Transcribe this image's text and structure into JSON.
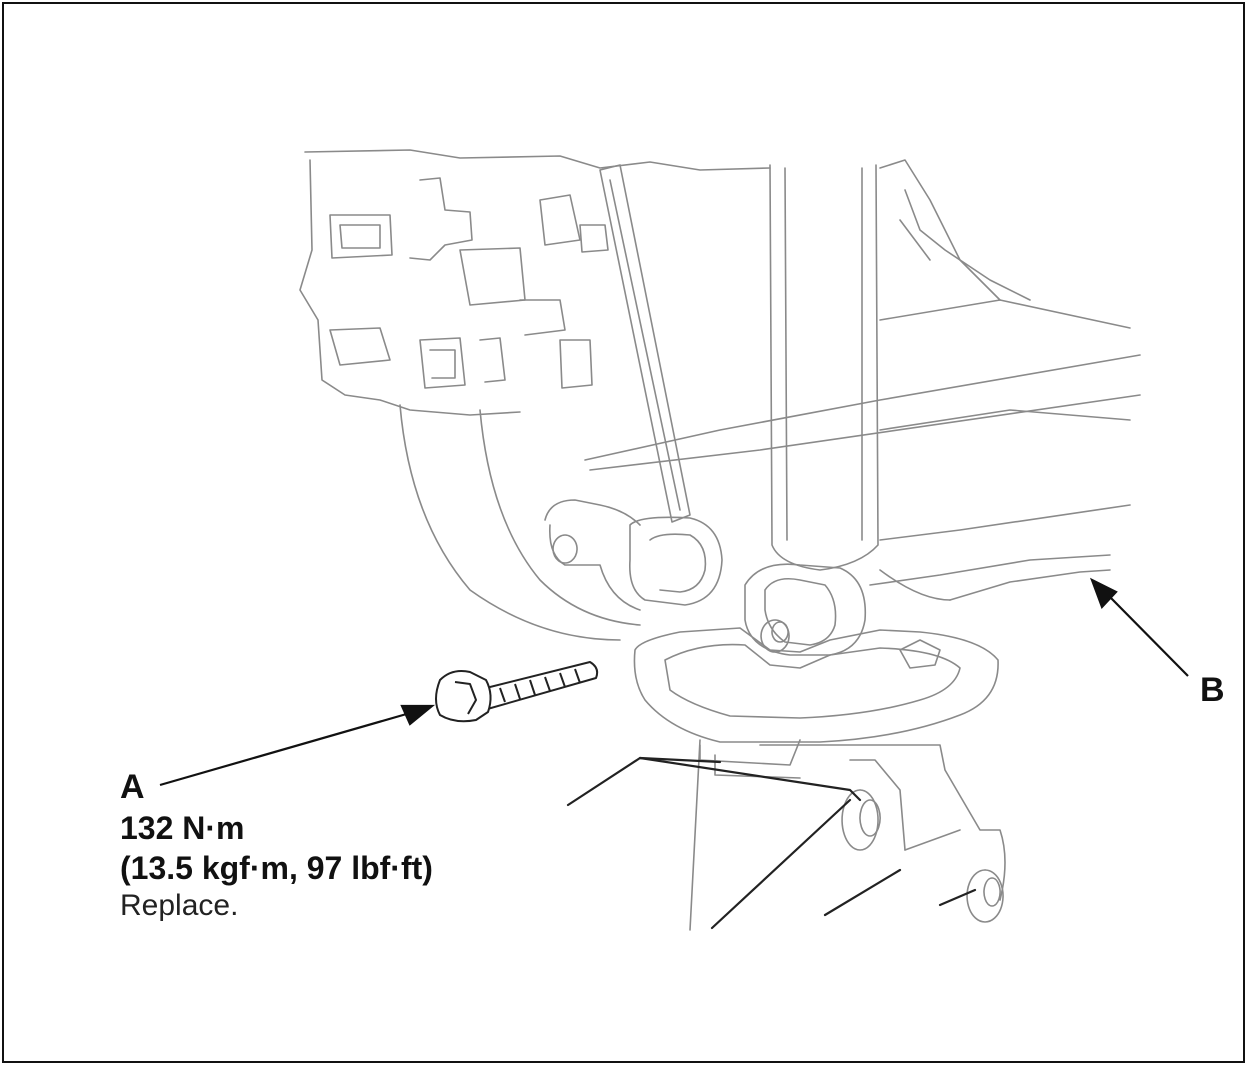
{
  "callouts": {
    "a": {
      "letter": "A",
      "torque_nm": "132 N·m",
      "torque_alt": "(13.5 kgf·m, 97 lbf·ft)",
      "note": "Replace."
    },
    "b": {
      "letter": "B"
    }
  },
  "colors": {
    "line_art": "#8a8a8a",
    "arrow": "#111111",
    "text": "#111111",
    "border": "#111111"
  }
}
